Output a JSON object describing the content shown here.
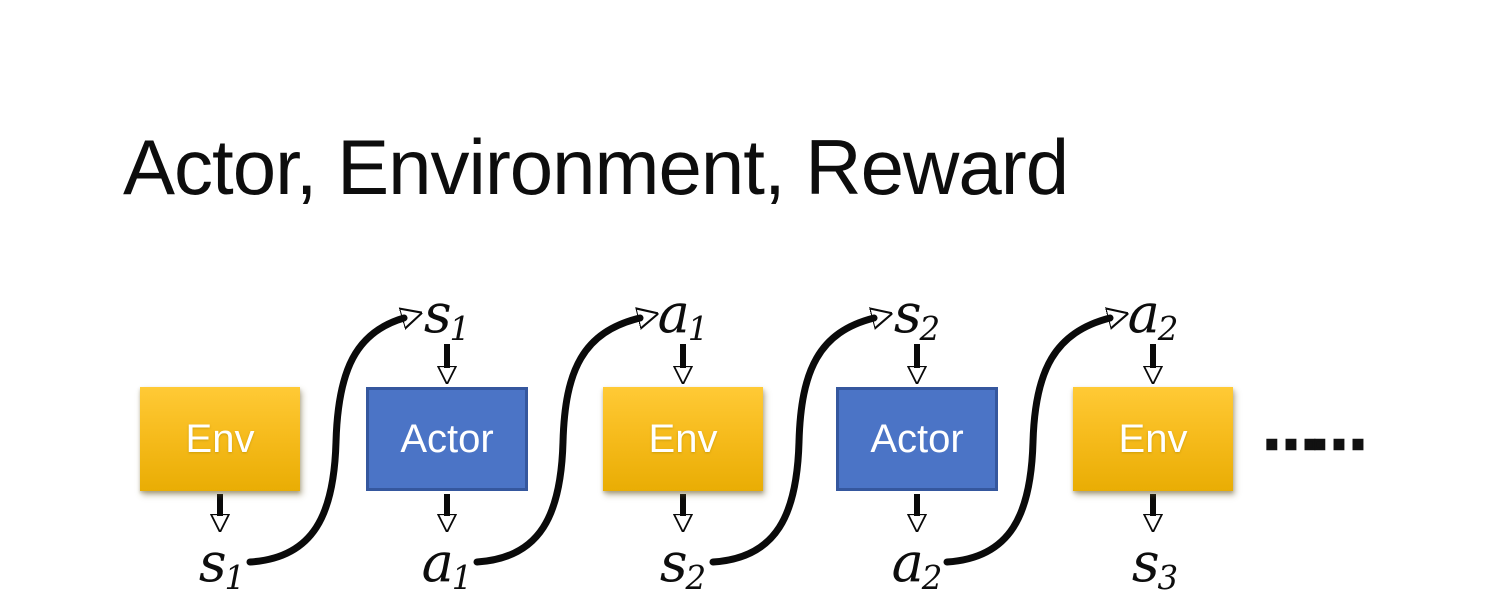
{
  "title": "Actor, Environment, Reward",
  "colors": {
    "env_gradient_top": "#FFCA36",
    "env_gradient_bottom": "#E9AD04",
    "actor_fill": "#4B74C6",
    "actor_border": "#35579E",
    "arrow": "#0A0A0A",
    "text": "#0D0D0D",
    "box_text": "#FFFFFF",
    "background": "#FFFFFF"
  },
  "diagram": {
    "boxes": [
      {
        "type": "env",
        "label": "Env"
      },
      {
        "type": "actor",
        "label": "Actor"
      },
      {
        "type": "env",
        "label": "Env"
      },
      {
        "type": "actor",
        "label": "Actor"
      },
      {
        "type": "env",
        "label": "Env"
      }
    ],
    "top_labels": [
      {
        "base": "s",
        "sub": "1"
      },
      {
        "base": "a",
        "sub": "1"
      },
      {
        "base": "s",
        "sub": "2"
      },
      {
        "base": "a",
        "sub": "2"
      }
    ],
    "bottom_labels": [
      {
        "base": "s",
        "sub": "1"
      },
      {
        "base": "a",
        "sub": "1"
      },
      {
        "base": "s",
        "sub": "2"
      },
      {
        "base": "a",
        "sub": "2"
      },
      {
        "base": "s",
        "sub": "3"
      }
    ],
    "ellipsis": "……"
  }
}
